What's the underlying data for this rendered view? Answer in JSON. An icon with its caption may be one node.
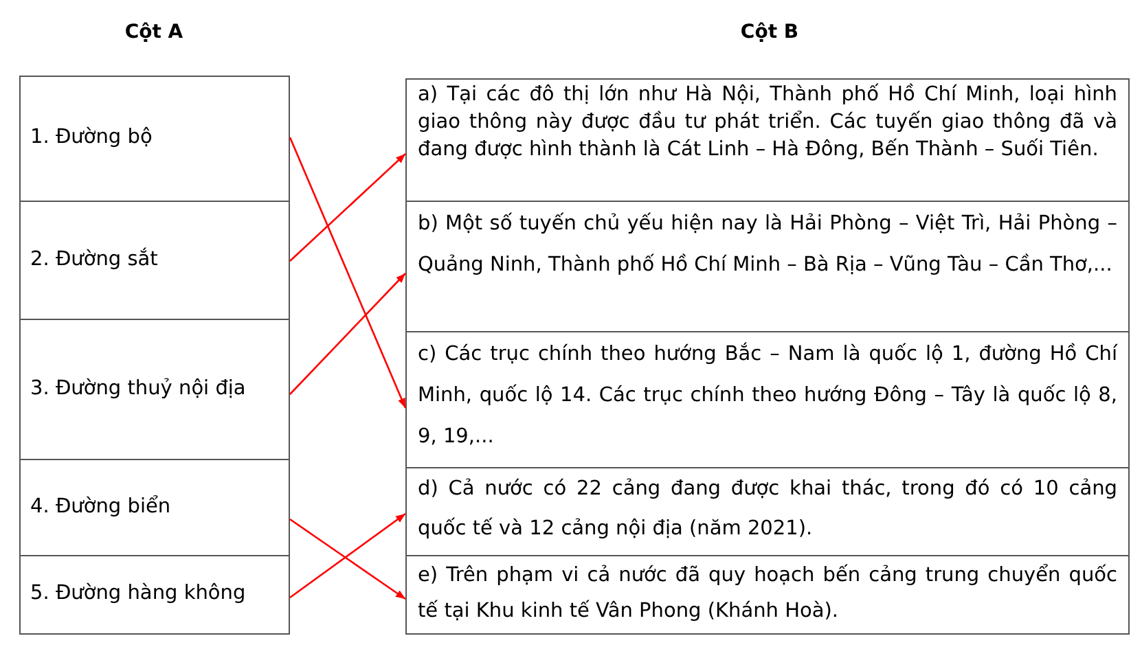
{
  "diagram": {
    "nodes": [
      {
        "text": [
          "1. Đường bộ"
        ]
      },
      {
        "text": [
          "2. Đường sắt"
        ]
      },
      {
        "text": [
          "3. Đường thuỷ nội địa"
        ]
      },
      {
        "text": [
          "4. Đường biển"
        ]
      },
      {
        "text": [
          "5. Đường hàng không"
        ]
      },
      {
        "text": [
          "a) Tại các đô thị lớn như Hà Nội, Thành phố Hồ Chí Minh, loại hình giao thông này được đầu tư phát triển. Các tuyến giao thông đã và đang được hình thành là Cát Linh – Hà Đông, Bến Thành – Suối Tiên."
        ]
      },
      {
        "text": [
          "b) Một số tuyến chủ yếu hiện nay là Hải Phòng – Việt Trì, Hải Phòng – Quảng Ninh, Thành phố Hồ Chí Minh – Bà Rịa – Vũng Tàu – Cần Thơ,..."
        ]
      },
      {
        "text": [
          "c) Các trục chính theo hướng Bắc – Nam là quốc lộ 1, đường Hồ Chí Minh, quốc lộ 14. Các trục chính theo hướng Đông – Tây là quốc lộ 8, 9, 19,..."
        ]
      },
      {
        "text": [
          "d) Cả nước có 22 cảng đang được khai thác, trong đó có 10 cảng quốc tế và 12 cảng nội địa (năm 2021)."
        ]
      },
      {
        "text": [
          "e) Trên phạm vi cả nước đã quy hoạch bến cảng trung chuyển quốc tế tại Khu kinh tế Vân Phong (Khánh Hoà)."
        ]
      }
    ],
    "edges": [
      {
        "from": 0,
        "to": 7,
        "arrow": "to"
      },
      {
        "from": 1,
        "to": 5,
        "arrow": "to"
      },
      {
        "from": 2,
        "to": 6,
        "arrow": "to"
      },
      {
        "from": 3,
        "to": 9,
        "arrow": "to"
      },
      {
        "from": 4,
        "to": 8,
        "arrow": "to"
      }
    ],
    "labels": [
      "Cột A",
      "Cột B"
    ]
  }
}
